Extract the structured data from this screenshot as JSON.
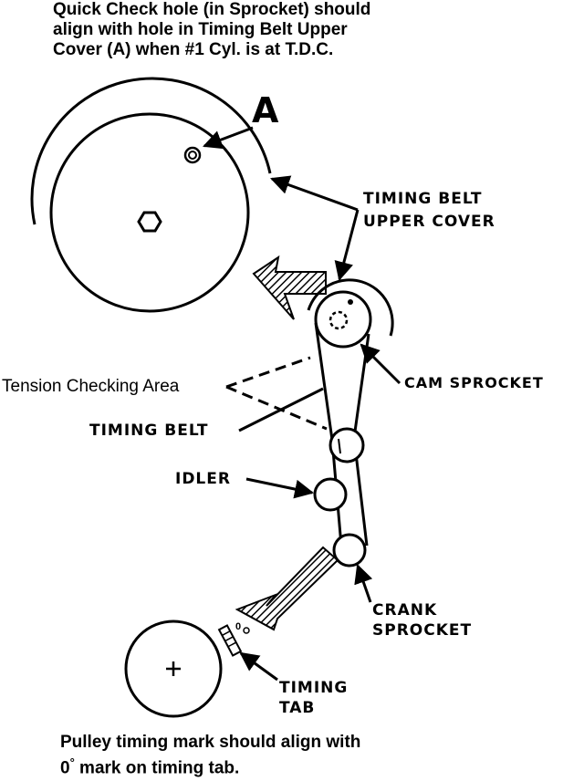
{
  "top_caption": {
    "line1": "Quick Check hole (in Sprocket) should",
    "line2": "align with hole in Timing Belt Upper",
    "line3": "Cover (A) when #1 Cyl. is at T.D.C."
  },
  "labels": {
    "a": "A",
    "upper_cover_1": "TIMING BELT",
    "upper_cover_2": "UPPER COVER",
    "tension_area": "Tension Checking Area",
    "cam_sprocket": "CAM SPROCKET",
    "timing_belt": "TIMING BELT",
    "idler": "IDLER",
    "crank_1": "CRANK",
    "crank_2": "SPROCKET",
    "tab_1": "TIMING",
    "tab_2": "TAB",
    "zero_mark": "0"
  },
  "bottom_caption": {
    "line1": "Pulley timing mark should align with",
    "line2_value": "0",
    "line2_degree": "°",
    "line2_rest": " mark on timing tab."
  }
}
